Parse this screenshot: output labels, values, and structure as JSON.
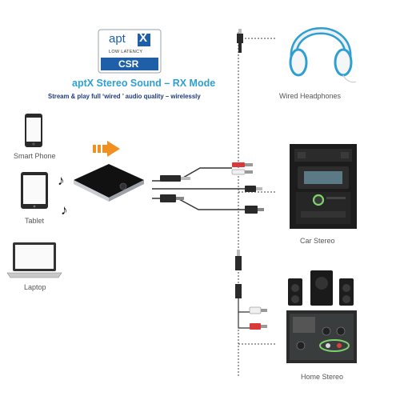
{
  "badge": {
    "brand": "apt",
    "brand_x": "X",
    "tagline": "LOW LATENCY",
    "vendor": "CSR"
  },
  "headline": {
    "title": "aptX Stereo Sound – RX Mode",
    "subtitle": "Stream & play full ‘wired ’ audio quality – wirelessly"
  },
  "sources": [
    {
      "label": "Smart Phone"
    },
    {
      "label": "Tablet"
    },
    {
      "label": "Laptop"
    }
  ],
  "outputs": [
    {
      "label": "Wired Headphones"
    },
    {
      "label": "Car Stereo"
    },
    {
      "label": "Home Stereo"
    }
  ],
  "colors": {
    "accent": "#2e9fd3",
    "subtitle": "#1f3d7a",
    "arrow": "#f0901e",
    "label": "#555555",
    "badge_bg": "#1f5fa8"
  }
}
